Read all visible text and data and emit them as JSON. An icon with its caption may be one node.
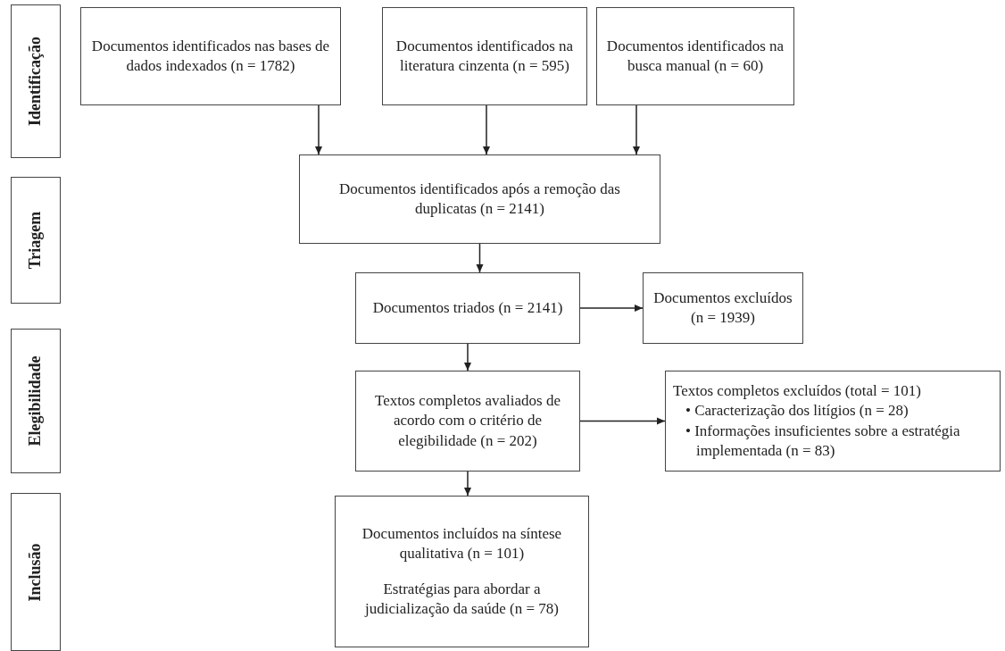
{
  "diagram": {
    "nodes": [
      {
        "text": [
          "Identificação"
        ]
      },
      {
        "text": [
          "Triagem"
        ]
      },
      {
        "text": [
          "Elegibilidade"
        ]
      },
      {
        "text": [
          "Inclusão"
        ]
      },
      {
        "text": [
          "Documentos identificados nas bases de dados indexados (n = 1782)"
        ]
      },
      {
        "text": [
          "Documentos identificados na literatura cinzenta (n = 595)"
        ]
      },
      {
        "text": [
          "Documentos identificados na busca manual (n = 60)"
        ]
      },
      {
        "text": [
          "Documentos identificados após a remoção das duplicatas (n = 2141)"
        ]
      },
      {
        "text": [
          "Documentos triados (n = 2141)"
        ]
      },
      {
        "text": [
          "Documentos excluídos (n = 1939)"
        ]
      },
      {
        "text": [
          "Textos completos avaliados de acordo com o critério de elegibilidade (n = 202)"
        ]
      },
      {
        "text": [
          "Textos completos excluídos (total = 101)",
          "• Caracterização dos litígios (n = 28)",
          "• Informações insuficientes sobre a estratégia implementada (n = 83)"
        ]
      },
      {
        "text": [
          "Documentos incluídos na síntese qualitativa (n = 101)",
          "Estratégias para abordar a judicialização da saúde (n = 78)"
        ]
      }
    ],
    "edges": [
      {
        "from": 4,
        "to": 7,
        "arrow": "to"
      },
      {
        "from": 5,
        "to": 7,
        "arrow": "to"
      },
      {
        "from": 6,
        "to": 7,
        "arrow": "to"
      },
      {
        "from": 7,
        "to": 8,
        "arrow": "to"
      },
      {
        "from": 8,
        "to": 9,
        "arrow": "to"
      },
      {
        "from": 8,
        "to": 10,
        "arrow": "to"
      },
      {
        "from": 10,
        "to": 11,
        "arrow": "to"
      },
      {
        "from": 10,
        "to": 12,
        "arrow": "to"
      }
    ]
  }
}
